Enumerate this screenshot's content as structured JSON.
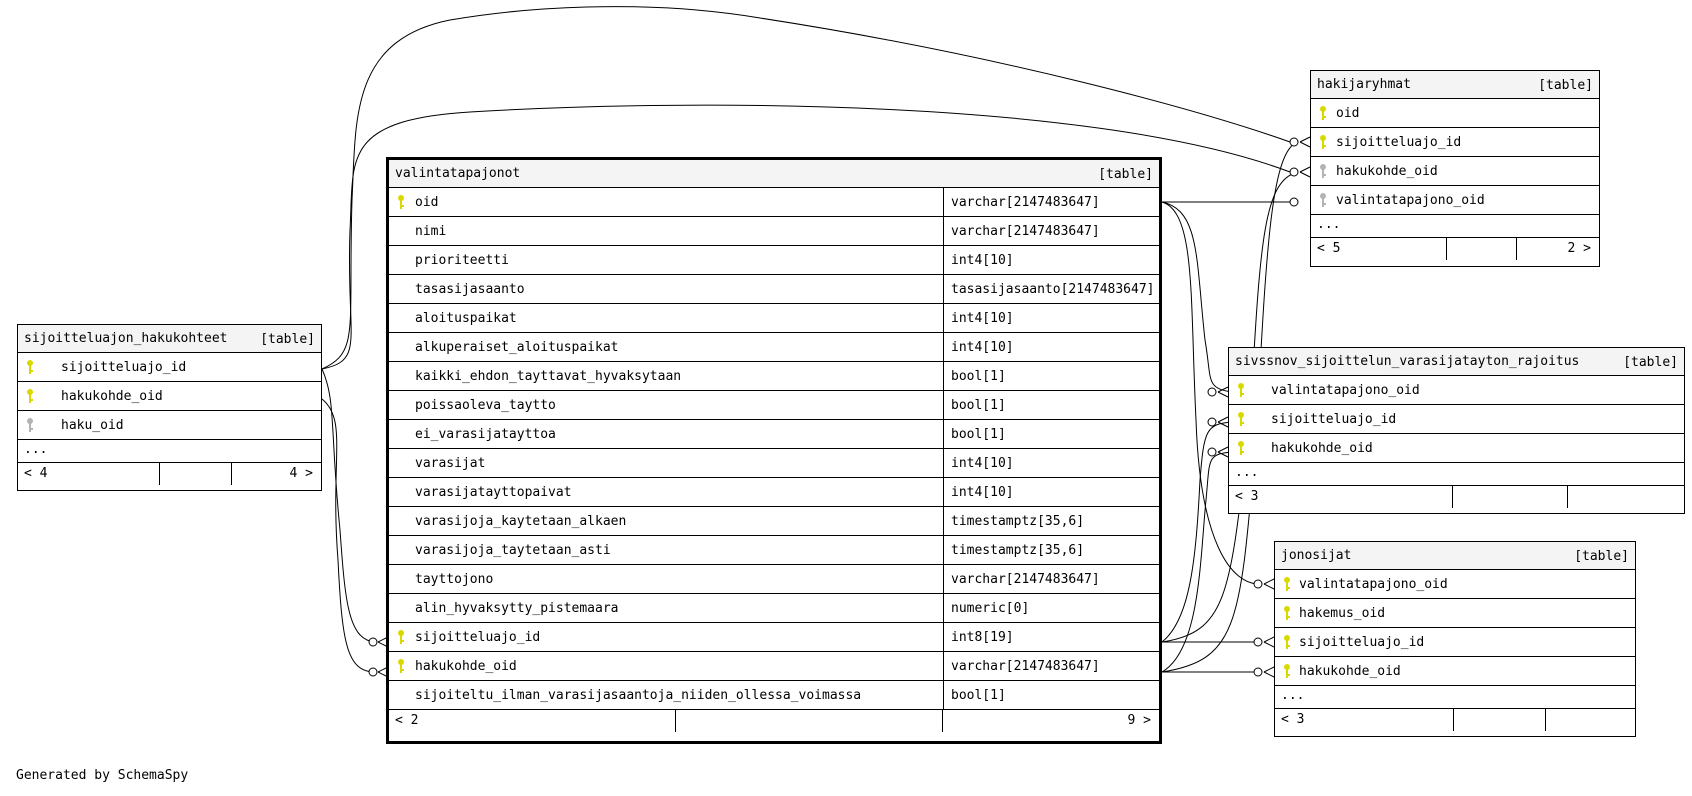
{
  "colors": {
    "primary_key": "#d9d900",
    "foreign_key": "#b3b3b3",
    "header_bg": "#f4f4f4"
  },
  "icons": {
    "primary_key": "key-icon-yellow",
    "foreign_key": "key-icon-gray"
  },
  "tables": {
    "valintatapajonot": {
      "name": "valintatapajonot",
      "type": "[table]",
      "columns": [
        {
          "name": "oid",
          "type": "varchar[2147483647]",
          "key": "pk"
        },
        {
          "name": "nimi",
          "type": "varchar[2147483647]",
          "key": ""
        },
        {
          "name": "prioriteetti",
          "type": "int4[10]",
          "key": ""
        },
        {
          "name": "tasasijasaanto",
          "type": "tasasijasaanto[2147483647]",
          "key": ""
        },
        {
          "name": "aloituspaikat",
          "type": "int4[10]",
          "key": ""
        },
        {
          "name": "alkuperaiset_aloituspaikat",
          "type": "int4[10]",
          "key": ""
        },
        {
          "name": "kaikki_ehdon_tayttavat_hyvaksytaan",
          "type": "bool[1]",
          "key": ""
        },
        {
          "name": "poissaoleva_taytto",
          "type": "bool[1]",
          "key": ""
        },
        {
          "name": "ei_varasijatayttoa",
          "type": "bool[1]",
          "key": ""
        },
        {
          "name": "varasijat",
          "type": "int4[10]",
          "key": ""
        },
        {
          "name": "varasijatayttopaivat",
          "type": "int4[10]",
          "key": ""
        },
        {
          "name": "varasijoja_kaytetaan_alkaen",
          "type": "timestamptz[35,6]",
          "key": ""
        },
        {
          "name": "varasijoja_taytetaan_asti",
          "type": "timestamptz[35,6]",
          "key": ""
        },
        {
          "name": "tayttojono",
          "type": "varchar[2147483647]",
          "key": ""
        },
        {
          "name": "alin_hyvaksytty_pistemaara",
          "type": "numeric[0]",
          "key": ""
        },
        {
          "name": "sijoitteluajo_id",
          "type": "int8[19]",
          "key": "pk"
        },
        {
          "name": "hakukohde_oid",
          "type": "varchar[2147483647]",
          "key": "pk"
        },
        {
          "name": "sijoiteltu_ilman_varasijasaantoja_niiden_ollessa_voimassa",
          "type": "bool[1]",
          "key": ""
        }
      ],
      "footer": {
        "parents": "< 2",
        "children": "9 >"
      }
    },
    "sijoitteluajon_hakukohteet": {
      "name": "sijoitteluajon_hakukohteet",
      "type": "[table]",
      "columns": [
        {
          "name": "sijoitteluajo_id",
          "key": "pk"
        },
        {
          "name": "hakukohde_oid",
          "key": "pk"
        },
        {
          "name": "haku_oid",
          "key": "fk"
        }
      ],
      "more": "...",
      "footer": {
        "parents": "< 4",
        "children": "4 >"
      }
    },
    "hakijaryhmat": {
      "name": "hakijaryhmat",
      "type": "[table]",
      "columns": [
        {
          "name": "oid",
          "key": "pk"
        },
        {
          "name": "sijoitteluajo_id",
          "key": "pk"
        },
        {
          "name": "hakukohde_oid",
          "key": "fk"
        },
        {
          "name": "valintatapajono_oid",
          "key": "fk"
        }
      ],
      "more": "...",
      "footer": {
        "parents": "< 5",
        "children": "2 >"
      }
    },
    "sivssnov": {
      "name": "sivssnov_sijoittelun_varasijatayton_rajoitus",
      "type": "[table]",
      "columns": [
        {
          "name": "valintatapajono_oid",
          "key": "pk"
        },
        {
          "name": "sijoitteluajo_id",
          "key": "pk"
        },
        {
          "name": "hakukohde_oid",
          "key": "pk"
        }
      ],
      "more": "...",
      "footer": {
        "parents": "< 3",
        "children": ""
      }
    },
    "jonosijat": {
      "name": "jonosijat",
      "type": "[table]",
      "columns": [
        {
          "name": "valintatapajono_oid",
          "key": "pk"
        },
        {
          "name": "hakemus_oid",
          "key": "pk"
        },
        {
          "name": "sijoitteluajo_id",
          "key": "pk"
        },
        {
          "name": "hakukohde_oid",
          "key": "pk"
        }
      ],
      "more": "...",
      "footer": {
        "parents": "< 3",
        "children": ""
      }
    }
  },
  "credit": "Generated by SchemaSpy"
}
